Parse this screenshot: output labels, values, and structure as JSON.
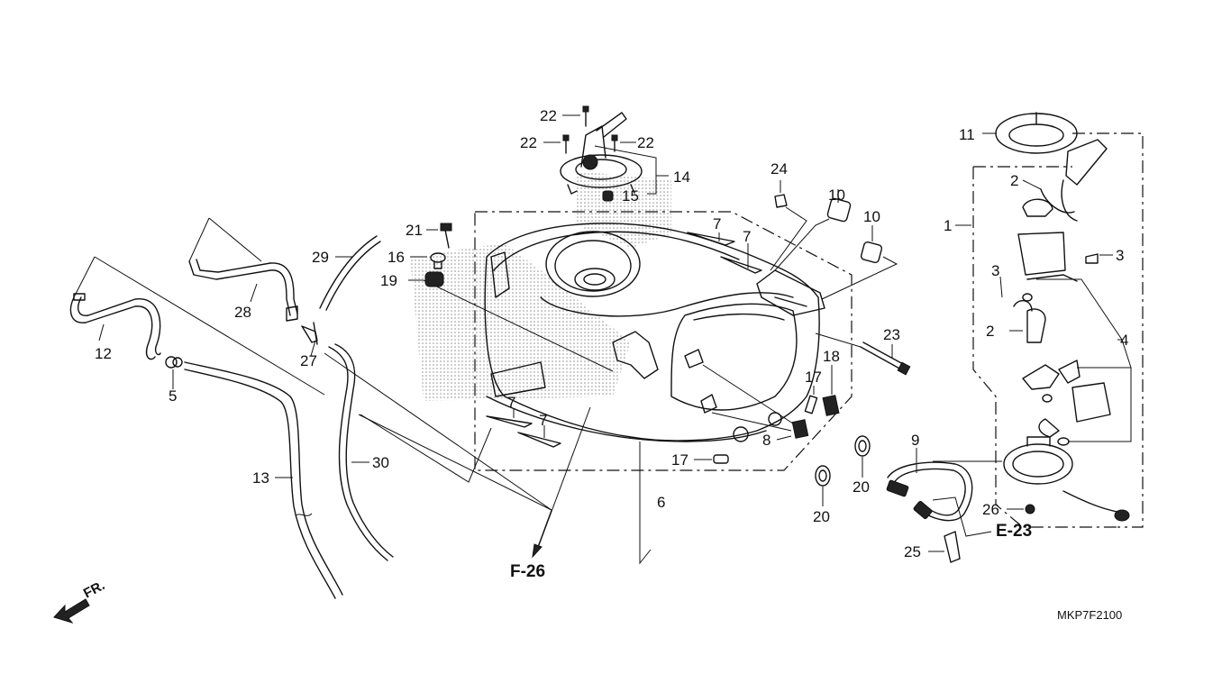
{
  "diagram_code": "MKP7F2100",
  "front_marker": "FR.",
  "refs": {
    "f26": "F-26",
    "e23": "E-23"
  },
  "callouts": {
    "c1": "1",
    "c2a": "2",
    "c2b": "2",
    "c3a": "3",
    "c3b": "3",
    "c4": "4",
    "c5": "5",
    "c6": "6",
    "c7a": "7",
    "c7b": "7",
    "c7c": "7",
    "c7d": "7",
    "c8": "8",
    "c9": "9",
    "c10a": "10",
    "c10b": "10",
    "c11": "11",
    "c12": "12",
    "c13": "13",
    "c14": "14",
    "c15": "15",
    "c16": "16",
    "c17a": "17",
    "c17b": "17",
    "c18": "18",
    "c19": "19",
    "c20a": "20",
    "c20b": "20",
    "c21": "21",
    "c22a": "22",
    "c22b": "22",
    "c22c": "22",
    "c23": "23",
    "c24": "24",
    "c25": "25",
    "c26": "26",
    "c27": "27",
    "c28": "28",
    "c29": "29",
    "c30": "30"
  }
}
